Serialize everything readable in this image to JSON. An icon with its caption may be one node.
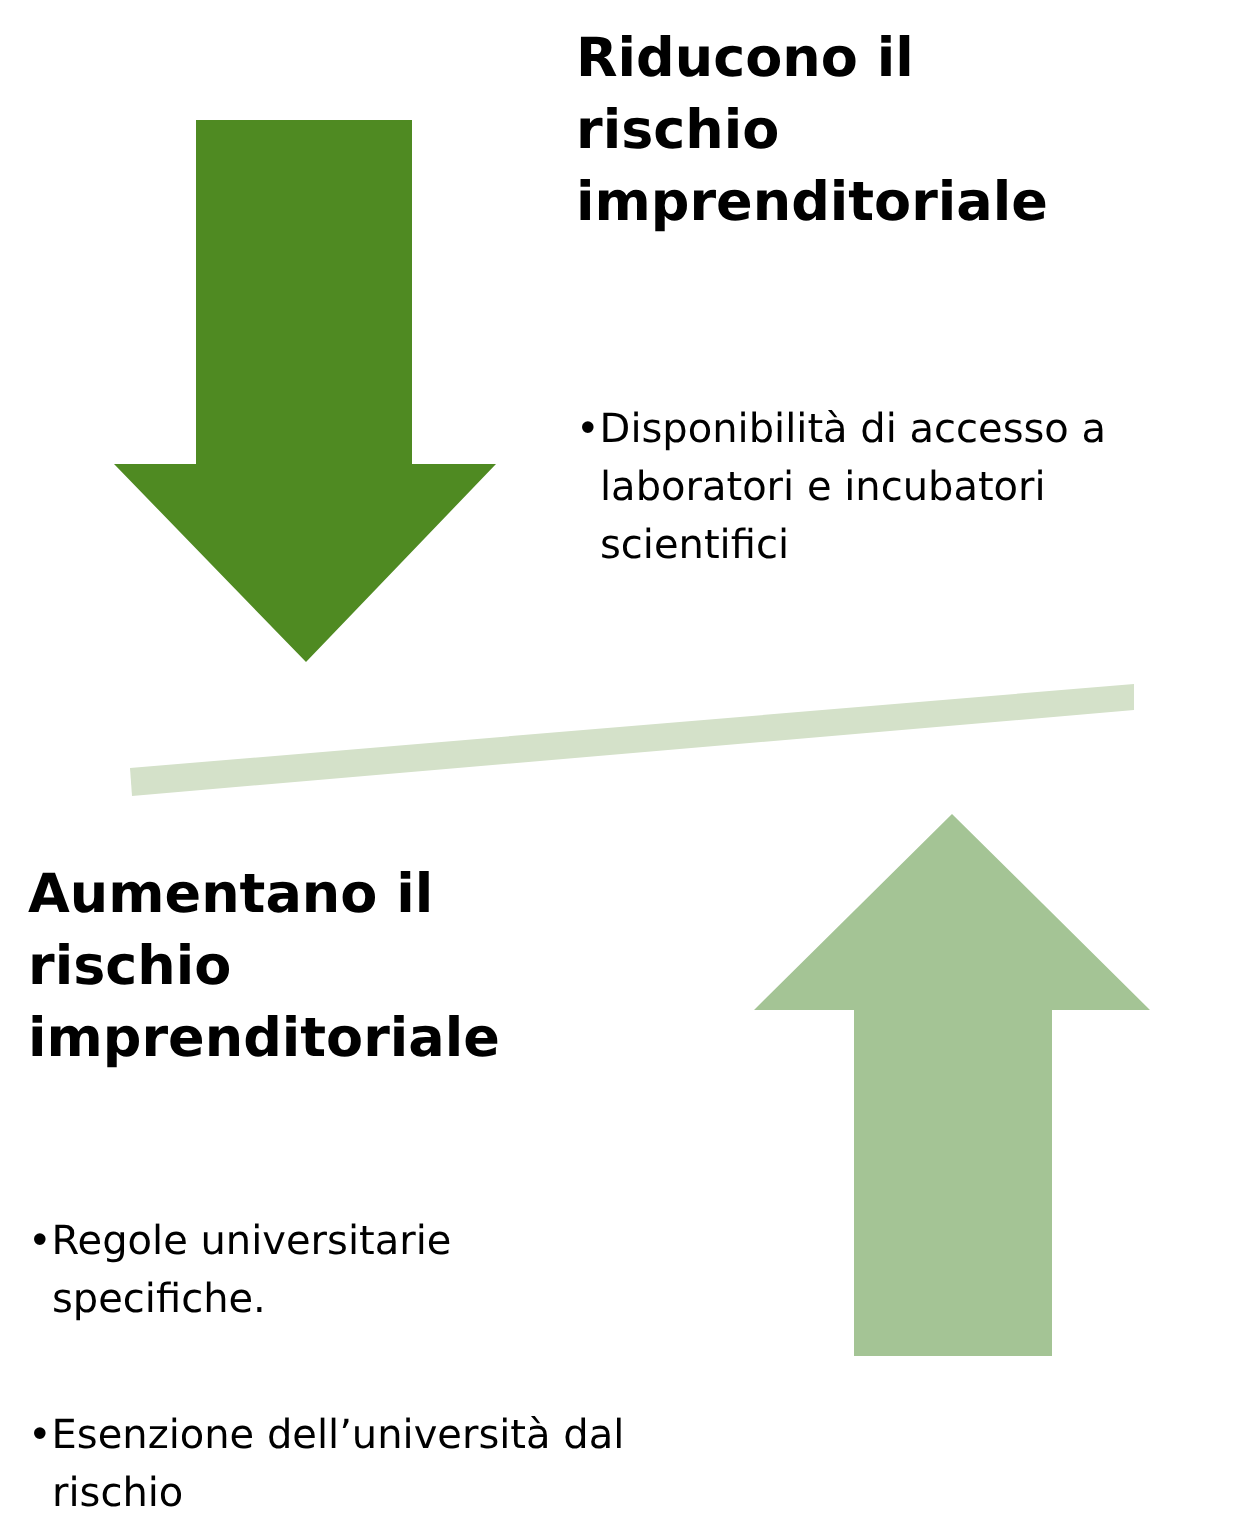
{
  "diagram": {
    "labels": [
      "Riducono il rischio imprenditoriale",
      "•Disponibilità di accesso a laboratori e incubatori scientifici",
      "Aumentano il rischio imprenditoriale",
      "•Regole universitarie specifiche.",
      "•Esenzione dell’università dal rischio"
    ]
  }
}
